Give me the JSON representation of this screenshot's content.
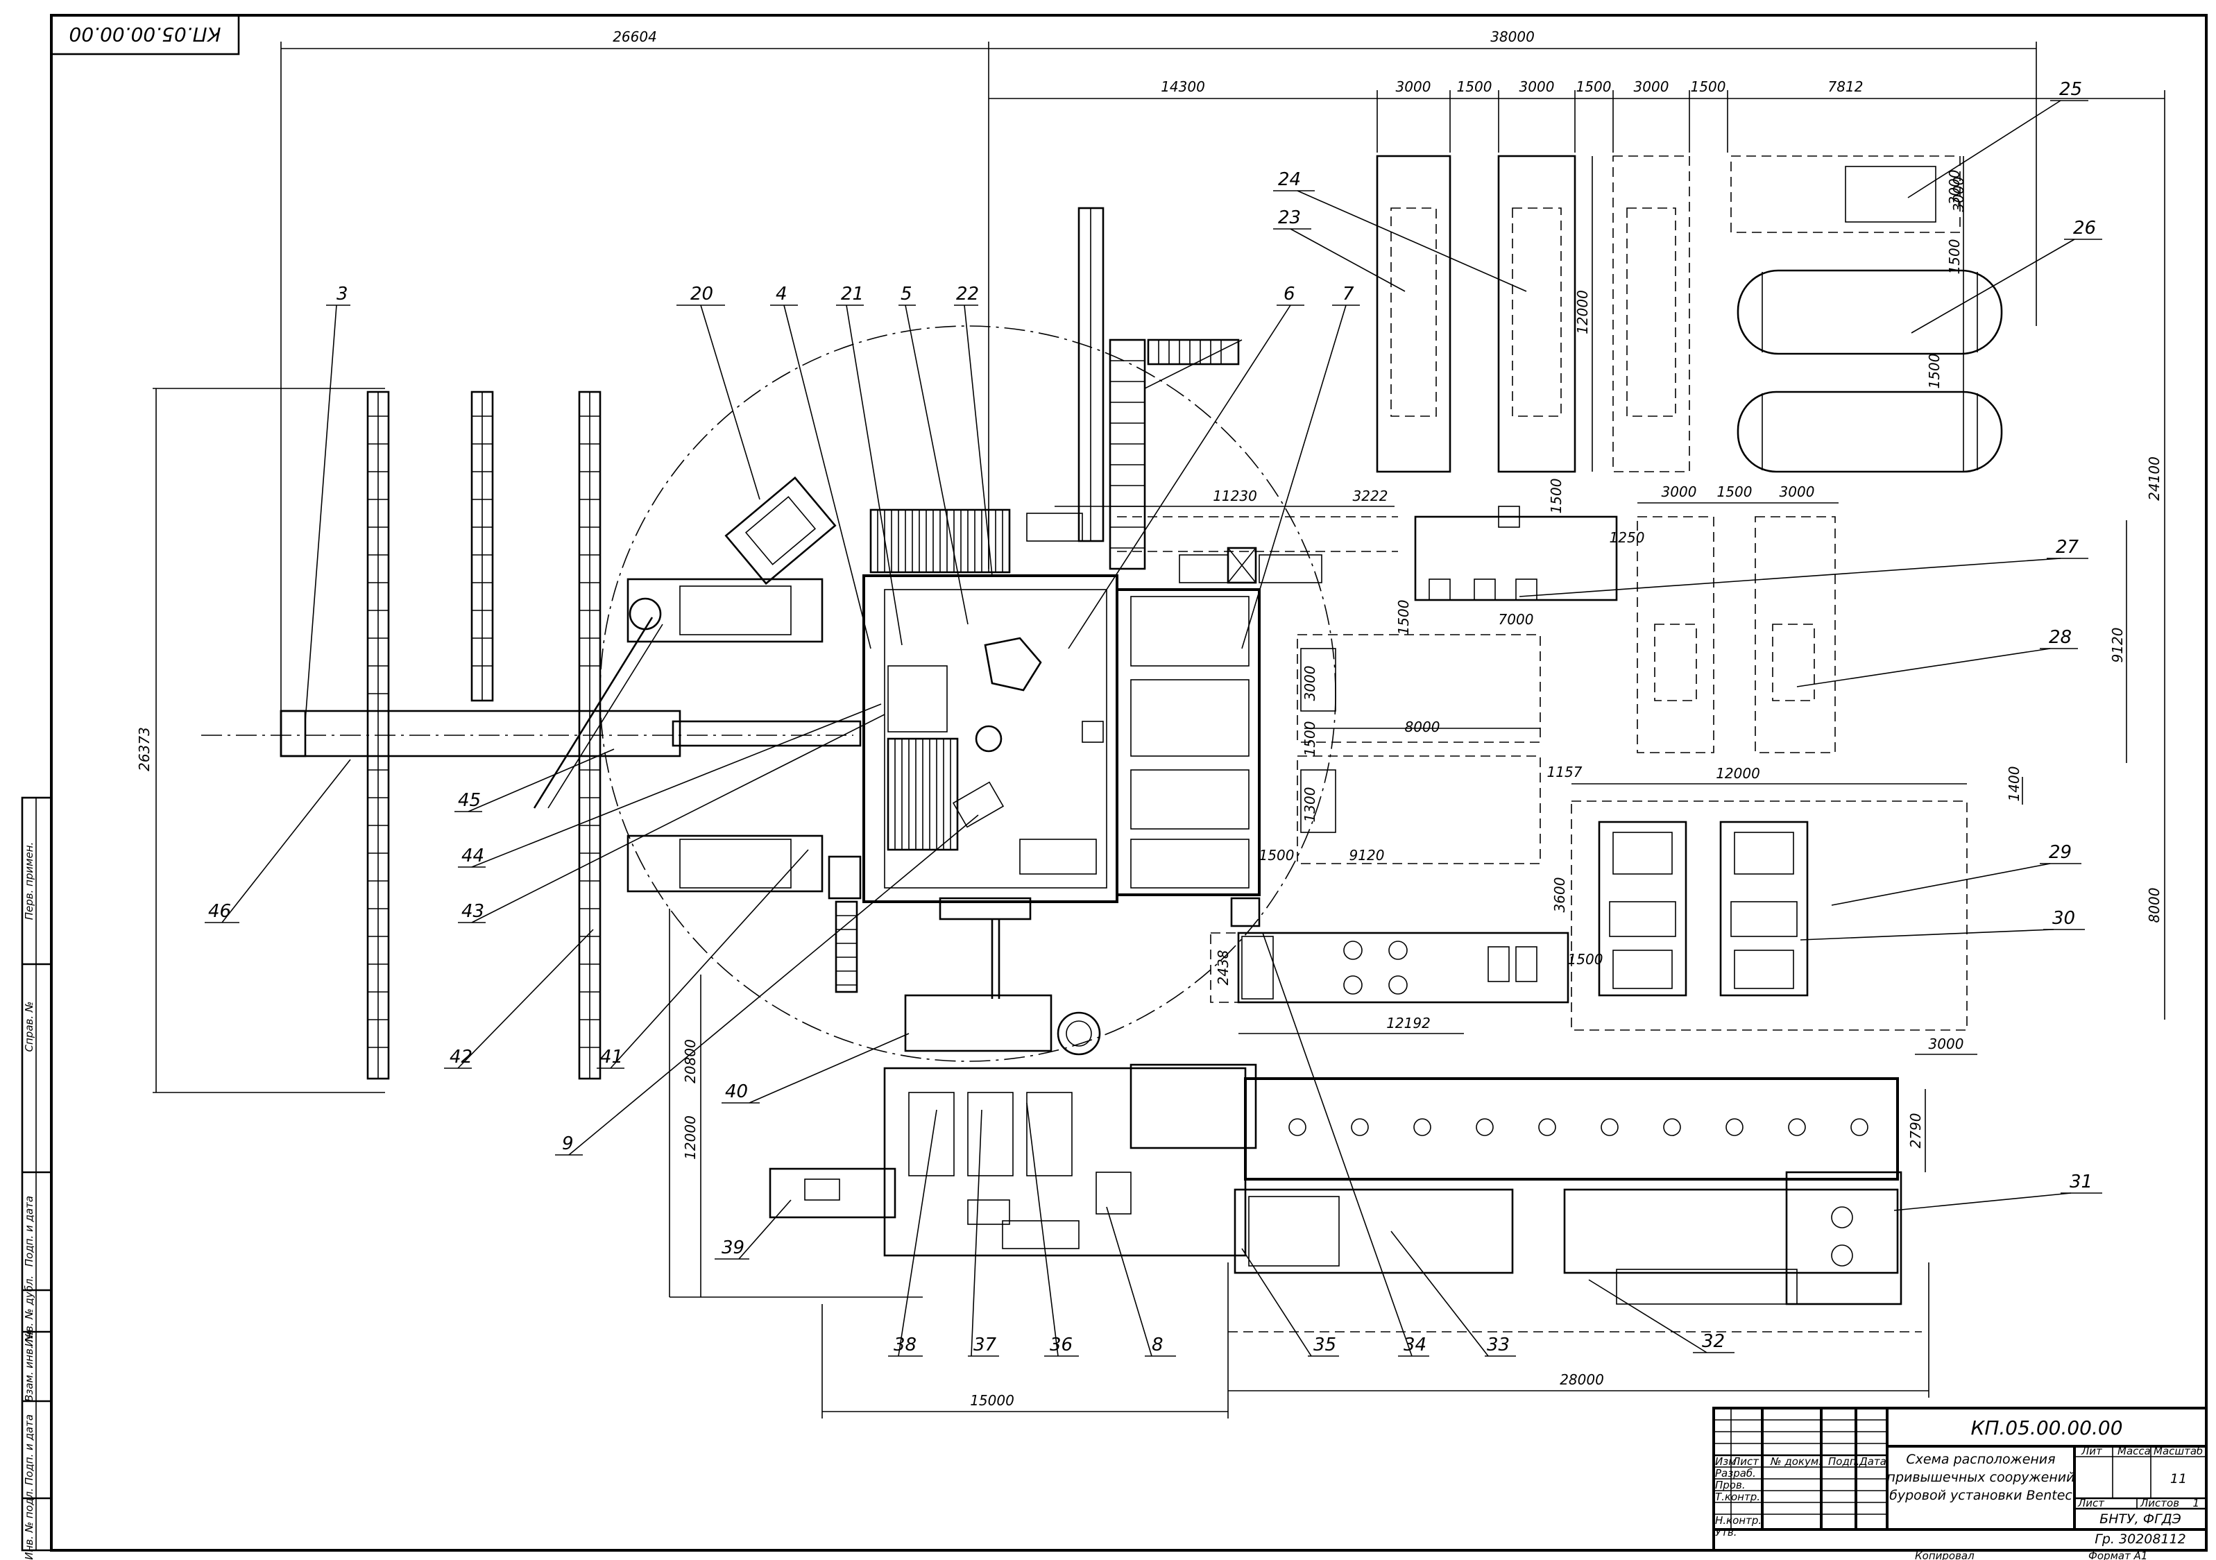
{
  "drawing": {
    "code": "КП.05.00.00.00",
    "code_rotated": "КП.05.00.00.00",
    "title_line1": "Схема расположения",
    "title_line2": "привышечных сооружений",
    "title_line3": "буровой установки Bentec",
    "organization": "БНТУ, ФГДЭ",
    "group": "Гр. 30208112",
    "scale_value": "11",
    "sheet_value": "1",
    "copied": "Копировал",
    "format": "Формат   А1"
  },
  "title_block_headers": {
    "izm": "Изм",
    "list": "Лист",
    "doc": "№ докум.",
    "sign": "Подп.",
    "date": "Дата",
    "lit": "Лит",
    "mass": "Масса",
    "scale": "Масштаб",
    "sheet": "Лист",
    "sheets": "Листов"
  },
  "title_block_roles": [
    "Разраб.",
    "Пров.",
    "Т.контр.",
    "Н.контр.",
    "Утв."
  ],
  "side_stamp": [
    "Перв. примен.",
    "Справ. №",
    "Подп. и дата",
    "Инв. № дубл.",
    "Взам. инв. №",
    "Подп. и дата",
    "Инв. № подл."
  ],
  "dimensions": {
    "d26604": "26604",
    "d38000": "38000",
    "d14300": "14300",
    "d3000a": "3000",
    "d1500a": "1500",
    "d3000b": "3000",
    "d1500b": "1500",
    "d3000c": "3000",
    "d1500c": "1500",
    "d7812": "7812",
    "d3000r": "3000",
    "d1500r": "1500",
    "d1500r2": "1500",
    "d12000v": "12000",
    "d24100": "24100",
    "d11230": "11230",
    "d3222": "3222",
    "d1500t": "1500",
    "d1250": "1250",
    "d7000": "7000",
    "d1500s": "1500",
    "d3000t1": "3000",
    "d1500t2": "1500",
    "d3000t3": "3000",
    "d9120v": "9120",
    "d3000u": "3000",
    "d1500u": "1500",
    "d8000": "8000",
    "d1500w": "1500",
    "d9120": "9120",
    "d1157": "1157",
    "d12000": "12000",
    "d1400": "1400",
    "d8000v": "8000",
    "d3600": "3600",
    "d1500x": "1500",
    "d2438": "2438",
    "d12192": "12192",
    "d3000y": "3000",
    "d2790": "2790",
    "d26373": "26373",
    "d20800": "20800",
    "d12000l": "12000",
    "d15000": "15000",
    "d28000": "28000",
    "d3000p": "3000",
    "d1300": "1300"
  },
  "labels": {
    "l3": "3",
    "l20": "20",
    "l4": "4",
    "l21": "21",
    "l5": "5",
    "l22": "22",
    "l6": "6",
    "l7": "7",
    "l23": "23",
    "l24": "24",
    "l25": "25",
    "l26": "26",
    "l27": "27",
    "l28": "28",
    "l29": "29",
    "l30": "30",
    "l31": "31",
    "l32": "32",
    "l33": "33",
    "l34": "34",
    "l35": "35",
    "l8": "8",
    "l36": "36",
    "l37": "37",
    "l38": "38",
    "l39": "39",
    "l40": "40",
    "l9": "9",
    "l41": "41",
    "l42": "42",
    "l43": "43",
    "l44": "44",
    "l45": "45",
    "l46": "46"
  }
}
